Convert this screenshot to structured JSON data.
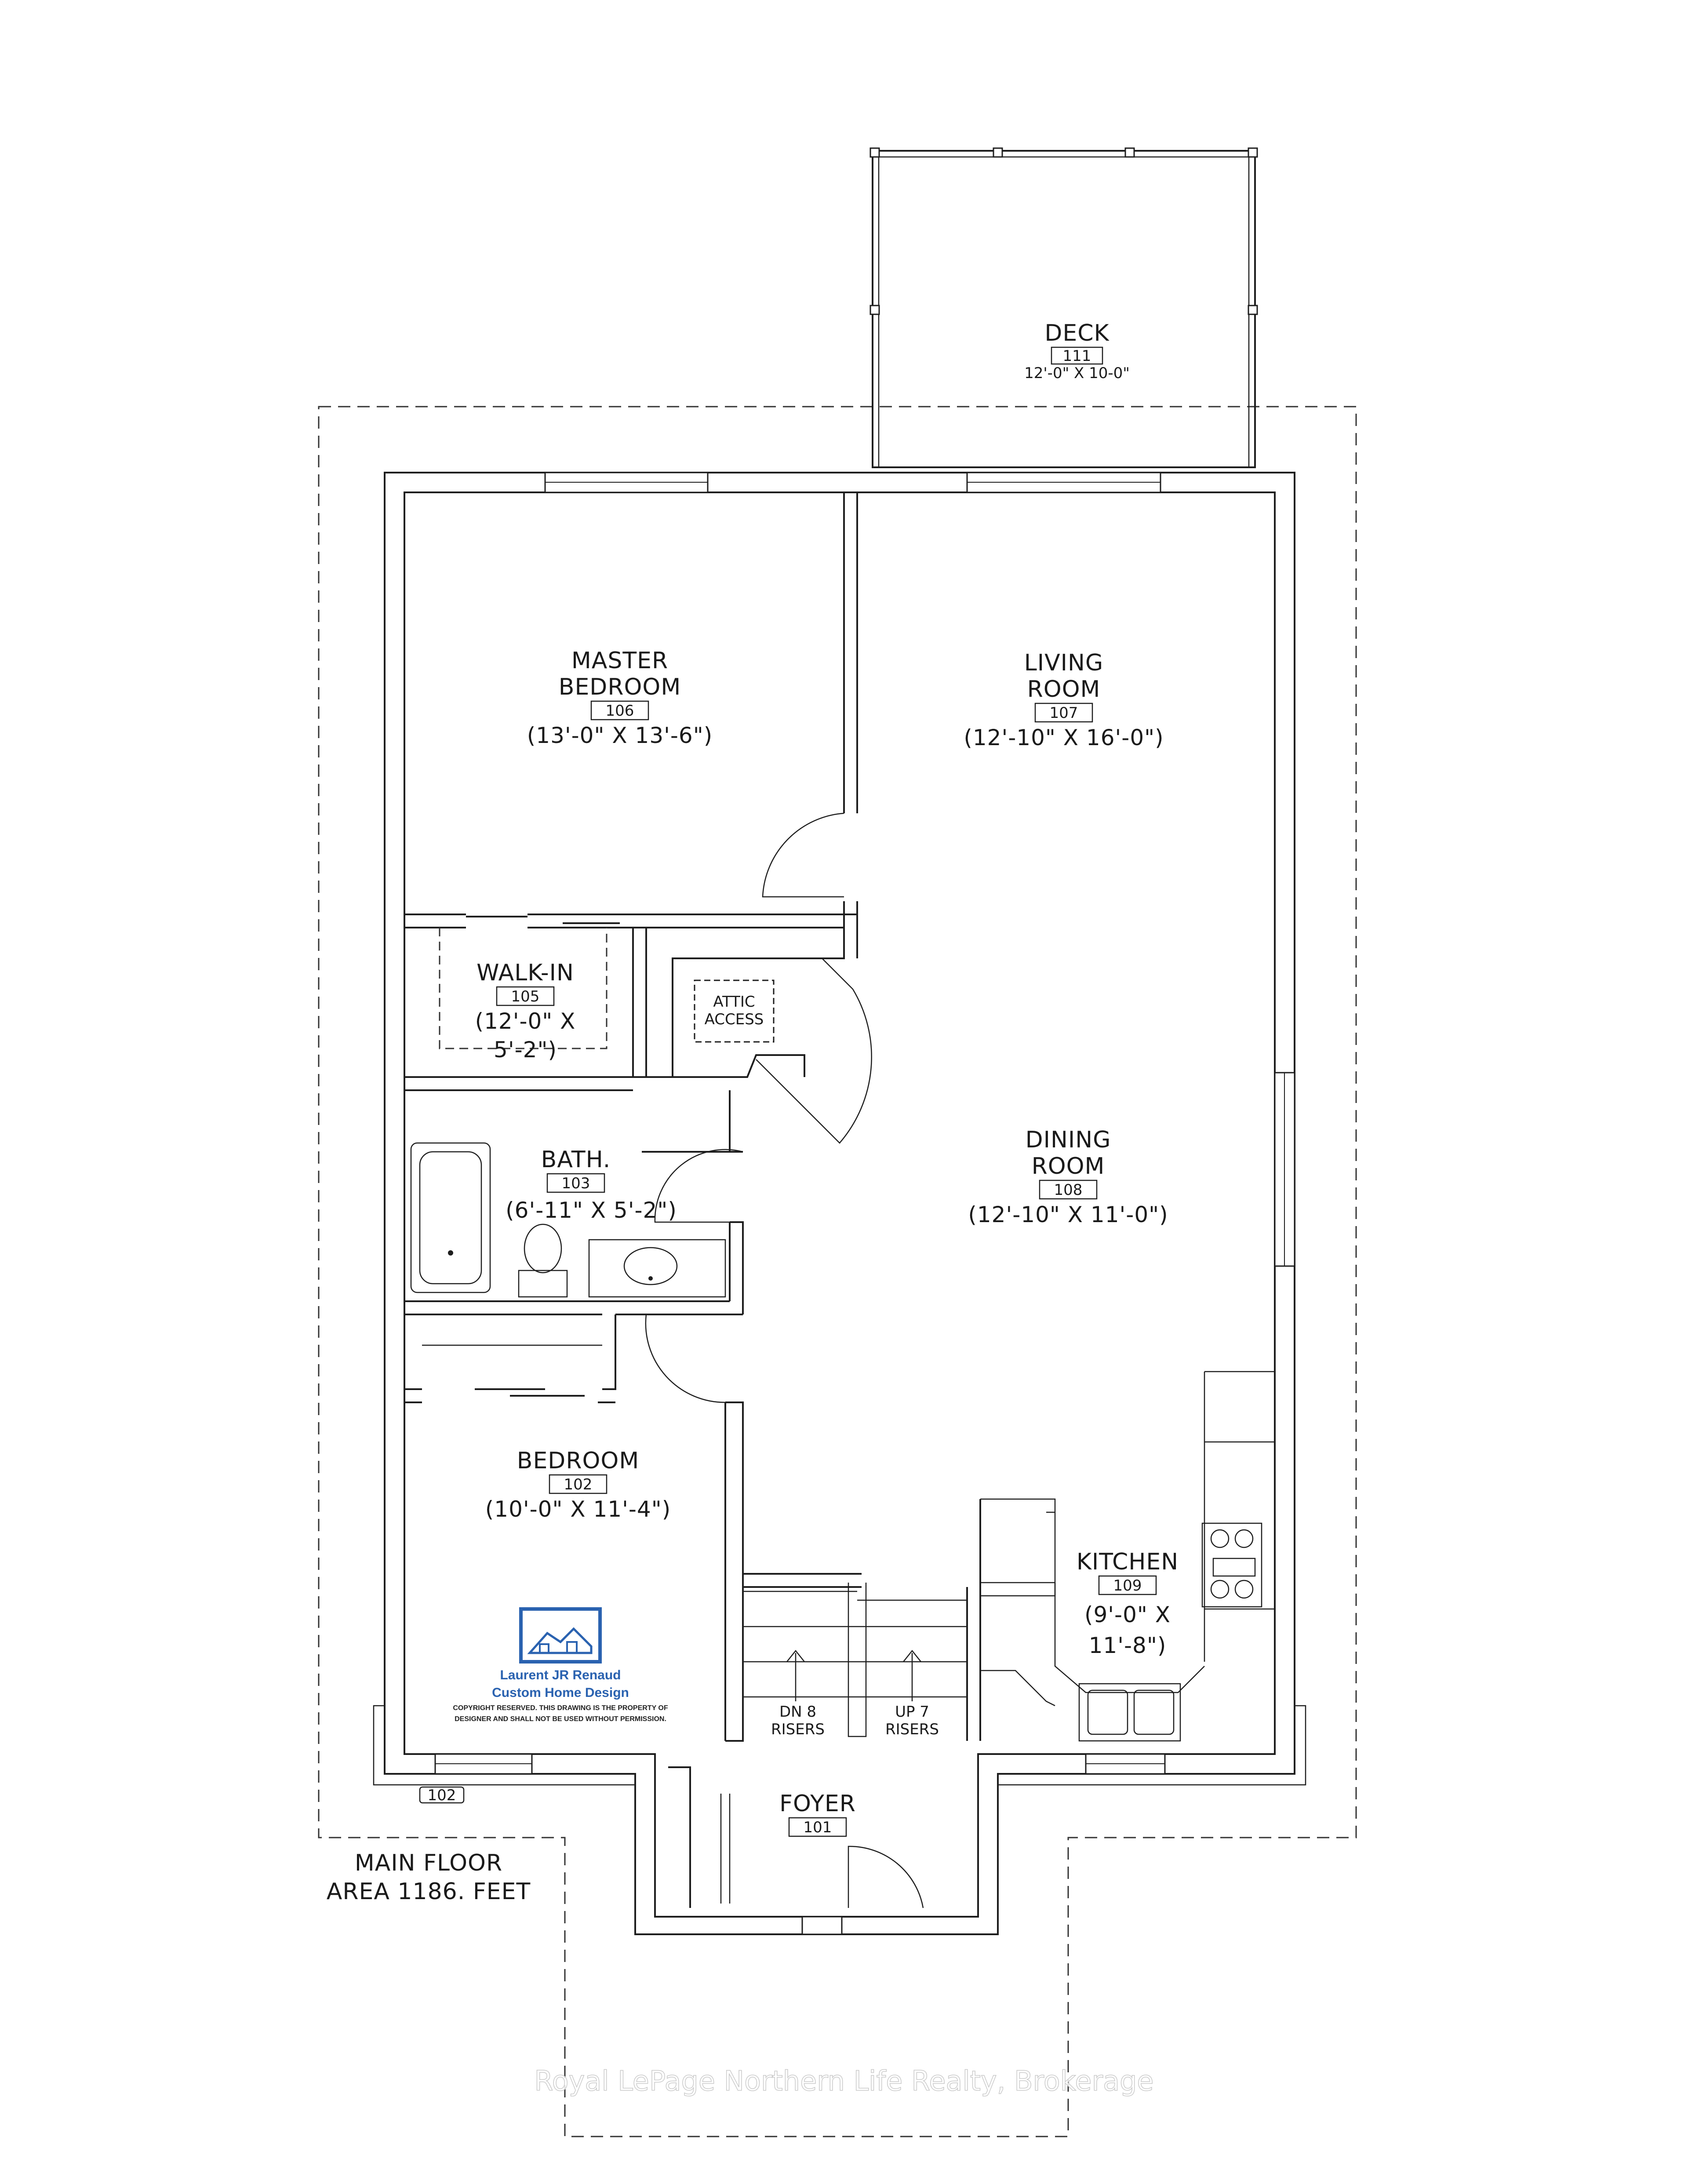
{
  "rooms": {
    "deck": {
      "name": "DECK",
      "tag": "111",
      "dims": "12'-0\" X 10-0\""
    },
    "master": {
      "name1": "MASTER",
      "name2": "BEDROOM",
      "tag": "106",
      "dims": "(13'-0\" X 13'-6\")"
    },
    "living": {
      "name1": "LIVING",
      "name2": "ROOM",
      "tag": "107",
      "dims": "(12'-10\" X 16'-0\")"
    },
    "walkin": {
      "name": "WALK-IN",
      "tag": "105",
      "dims1": "(12'-0\" X",
      "dims2": "5'-2\")"
    },
    "attic": {
      "line1": "ATTIC",
      "line2": "ACCESS"
    },
    "bath": {
      "name": "BATH.",
      "tag": "103",
      "dims": "(6'-11\" X 5'-2\")"
    },
    "dining": {
      "name1": "DINING",
      "name2": "ROOM",
      "tag": "108",
      "dims": "(12'-10\" X 11'-0\")"
    },
    "bedroom": {
      "name": "BEDROOM",
      "tag": "102",
      "dims": "(10'-0\" X 11'-4\")"
    },
    "kitchen": {
      "name": "KITCHEN",
      "tag": "109",
      "dims1": "(9'-0\" X",
      "dims2": "11'-8\")"
    },
    "foyer": {
      "name": "FOYER",
      "tag": "101"
    }
  },
  "stairs": {
    "down1": "DN 8",
    "down2": "RISERS",
    "up1": "UP 7",
    "up2": "RISERS"
  },
  "exterior_tag": "102",
  "floor_area": {
    "line1": "MAIN FLOOR",
    "line2": "AREA 1186. FEET"
  },
  "logo": {
    "name": "Laurent JR Renaud",
    "business": "Custom Home Design",
    "copyright1": "COPYRIGHT RESERVED.  THIS DRAWING IS THE PROPERTY OF",
    "copyright2": "DESIGNER AND SHALL NOT BE USED WITHOUT PERMISSION."
  },
  "watermark": "Royal LePage Northern Life Realty, Brokerage",
  "colors": {
    "line": "#1e1e1e",
    "logo_blue": "#2a62b0"
  }
}
